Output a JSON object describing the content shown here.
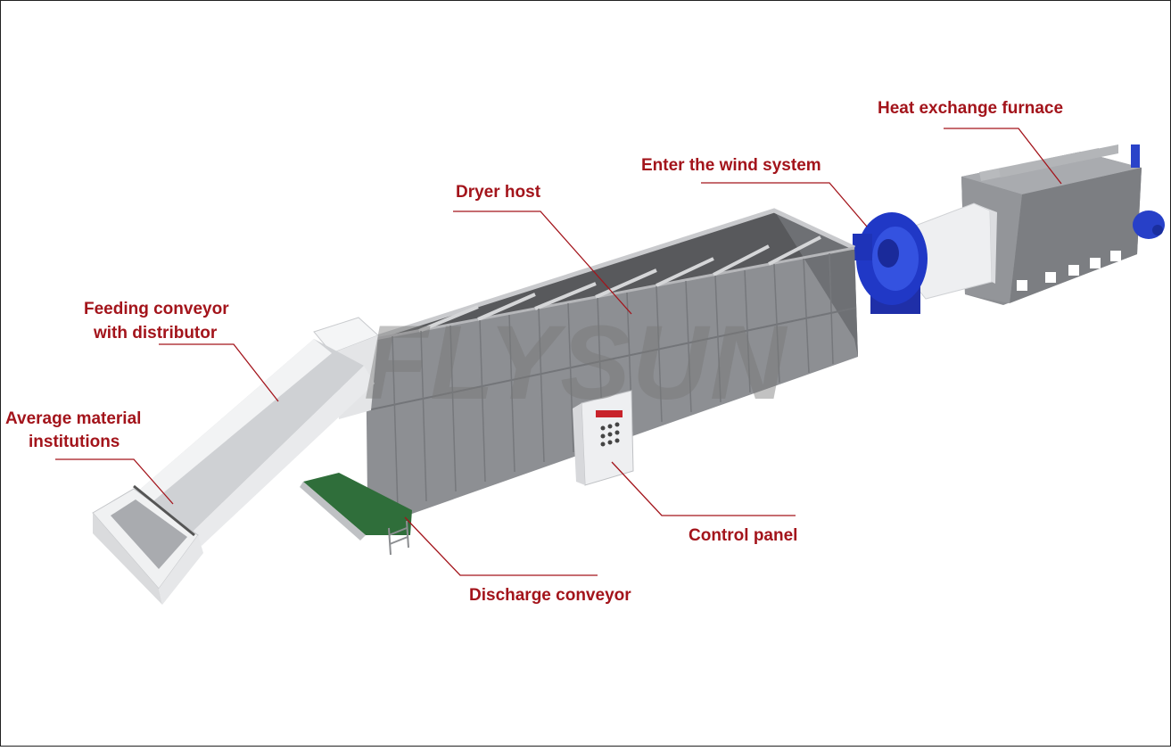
{
  "labels": {
    "heat_exchange_furnace": "Heat exchange furnace",
    "enter_wind_system": "Enter the wind system",
    "dryer_host": "Dryer host",
    "feeding_conveyor_line1": "Feeding conveyor",
    "feeding_conveyor_line2": "with distributor",
    "average_material_line1": "Average material",
    "average_material_line2": "institutions",
    "control_panel": "Control panel",
    "discharge_conveyor": "Discharge conveyor"
  },
  "watermark": "FLYSUN",
  "colors": {
    "label_text": "#a3141b",
    "leader_line": "#a3141b",
    "machine_body": "#8a8c90",
    "machine_dark": "#6e7074",
    "conveyor": "#e6e7e9",
    "fan_blue": "#1f39c8",
    "discharge_green": "#2f6e3a"
  }
}
